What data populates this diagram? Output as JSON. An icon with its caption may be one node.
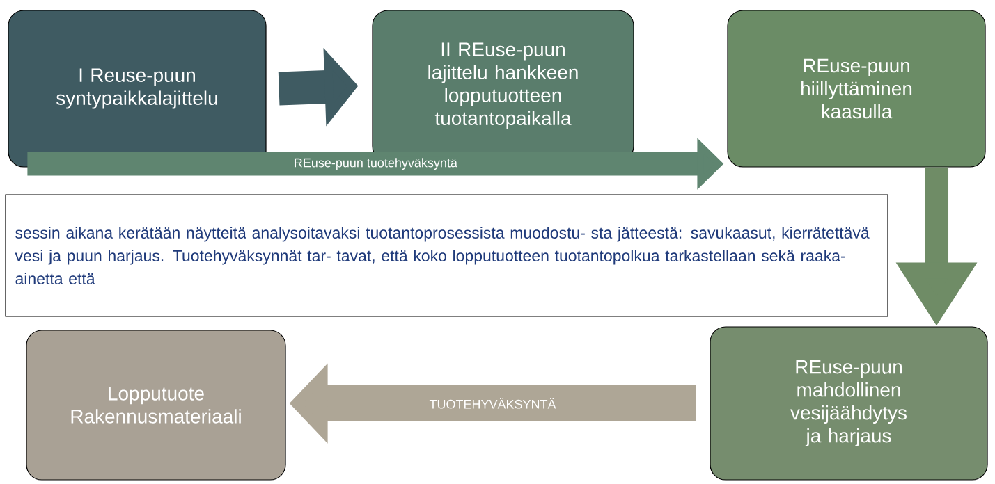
{
  "diagram": {
    "nodes": [
      {
        "text": [
          "I Reuse-puun syntypaikkalajittelu"
        ]
      },
      {
        "text": [
          "II REuse-puun lajittelu hankkeen lopputuotteen tuotantopaikalla"
        ]
      },
      {
        "text": [
          "REuse-puun hiillyttäminen kaasulla"
        ]
      },
      {
        "text": [
          "REuse-puun mahdollinen vesijäähdytys ja harjaus"
        ]
      },
      {
        "text": [
          "Lopputuote Rakennusmateriaali"
        ]
      },
      {
        "text": [
          "sessin aikana kerätään näytteitä analysoitavaksi tuotantoprosessista muodostu- sta jätteestä: savukaasut, kierrätettävä vesi ja puun harjaus. Tuotehyväksynnät tar- tavat, että koko lopputuotteen tuotantopolkua tarkastellaan sekä raaka-ainetta että"
        ]
      }
    ],
    "edges": [
      {
        "from": 0,
        "to": 1,
        "arrow": "to",
        "color": "#3f5b62"
      },
      {
        "from": 0,
        "to": 2,
        "arrow": "to",
        "label": "REuse-puun tuotehyväksyntä",
        "color": "#5f8570"
      },
      {
        "from": 2,
        "to": 3,
        "arrow": "to",
        "color": "#6f8c66"
      },
      {
        "from": 3,
        "to": 4,
        "arrow": "to",
        "label": "TUOTEHYVÄKSYNTÄ",
        "color": "#aea696"
      }
    ]
  }
}
